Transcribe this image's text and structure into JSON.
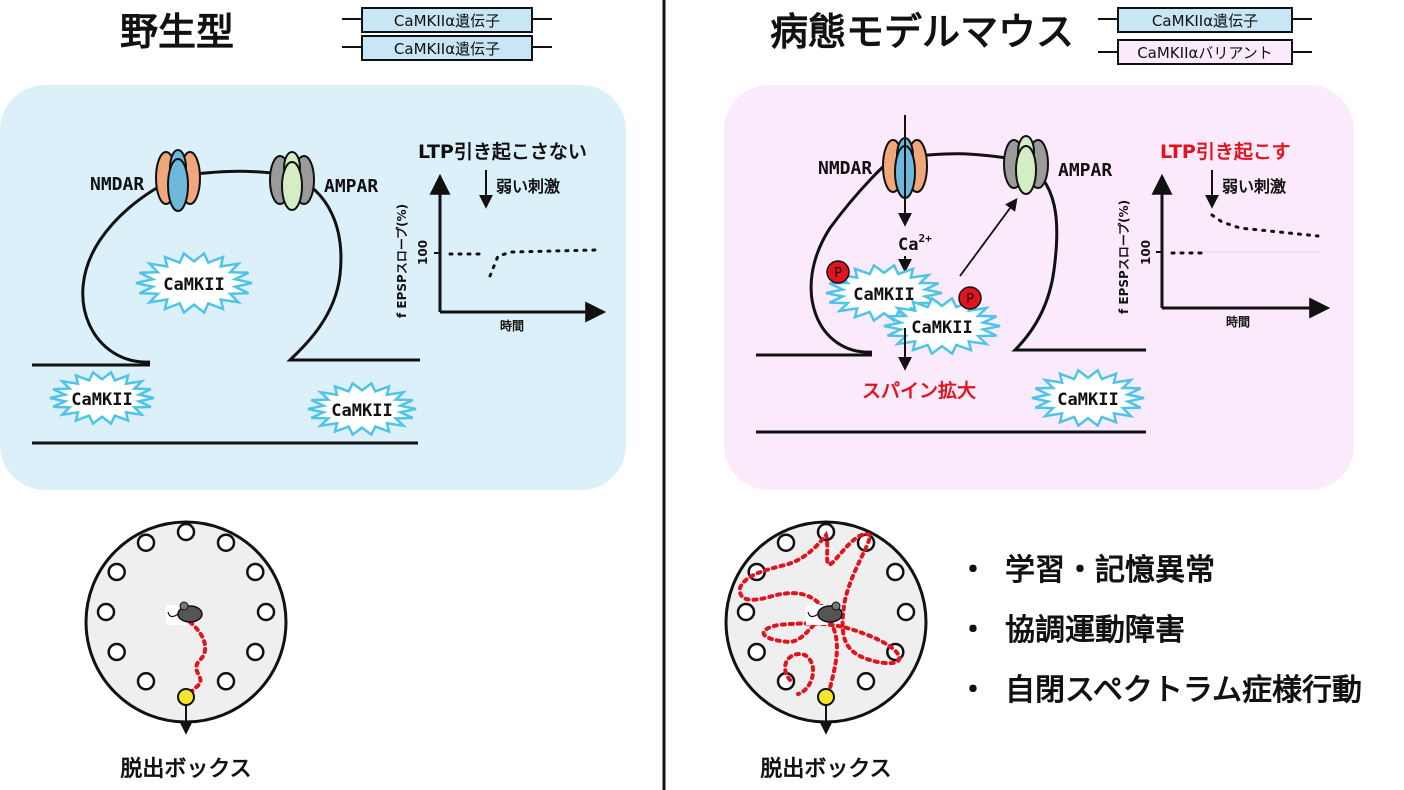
{
  "wildtype": {
    "title": "野生型",
    "genes": [
      "CaMKIIα遺伝子",
      "CaMKIIα遺伝子"
    ],
    "nmdar_label": "NMDAR",
    "ampar_label": "AMPAR",
    "camkii_labels": [
      "CaMKII",
      "CaMKII",
      "CaMKII"
    ],
    "ltp_title": "LTP引き起こさない",
    "stimulus": "弱い刺激",
    "y_axis_label": "f EPSPスロープ(%)",
    "y_tick": "100",
    "x_axis_label": "時間",
    "exit_label": "脱出ボックス"
  },
  "model": {
    "title": "病態モデルマウス",
    "genes": [
      "CaMKIIα遺伝子",
      "CaMKIIαバリアント"
    ],
    "nmdar_label": "NMDAR",
    "ampar_label": "AMPAR",
    "calcium": "Ca",
    "calcium_sup": "2+",
    "phospho": "P",
    "camkii_labels": [
      "CaMKII",
      "CaMKII",
      "CaMKII"
    ],
    "spine_label": "スパイン拡大",
    "ltp_title": "LTP引き起こす",
    "stimulus": "弱い刺激",
    "y_axis_label": "f EPSPスロープ(%)",
    "y_tick": "100",
    "x_axis_label": "時間",
    "exit_label": "脱出ボックス",
    "phenotypes": [
      "学習・記憶異常",
      "協調運動障害",
      "自閉スペクトラム症様行動"
    ]
  },
  "colors": {
    "wt_panel": "#dcf0fa",
    "model_panel": "#fbeafb",
    "star": "#4fc3e8",
    "gene_box": "#c8e6f5",
    "red": "#e0141e",
    "exit_hole": "#f5e62a",
    "nmdar_outer": "#f0a77c",
    "nmdar_inner": "#6fb8dd",
    "ampar_outer": "#9b9b9b",
    "ampar_inner": "#d4edc4",
    "maze": "#efefef"
  }
}
